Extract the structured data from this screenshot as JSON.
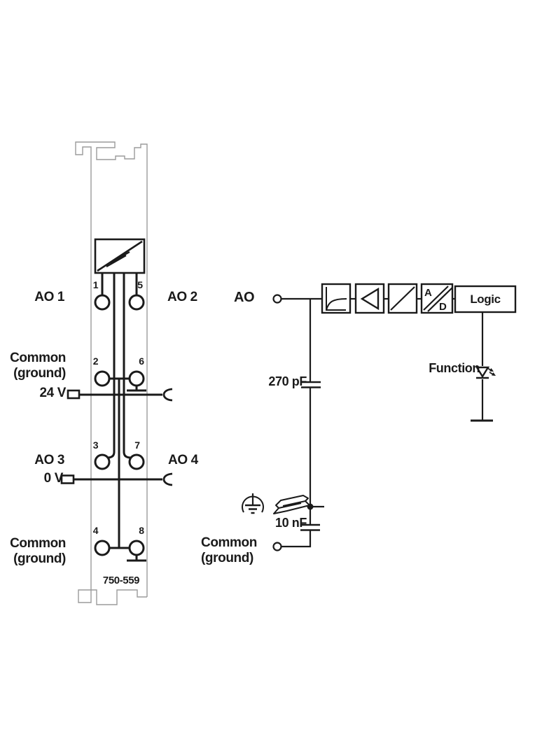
{
  "module": {
    "part_number": "750-559",
    "channel_labels": {
      "ao1": "AO 1",
      "ao2": "AO 2",
      "ao3": "AO 3",
      "ao4": "AO 4"
    },
    "common_top": {
      "line1": "Common",
      "line2": "(ground)"
    },
    "supply_24v": "24 V",
    "supply_0v": "0 V",
    "common_bottom": {
      "line1": "Common",
      "line2": "(ground)"
    },
    "terminal_rows": [
      {
        "left": "1",
        "right": "5"
      },
      {
        "left": "2",
        "right": "6"
      },
      {
        "left": "3",
        "right": "7"
      },
      {
        "left": "4",
        "right": "8"
      }
    ]
  },
  "schematic": {
    "input_label": "AO",
    "capacitor_top": "270 pF",
    "capacitor_bottom": "10 nF",
    "led_label": "Function",
    "logic_block": "Logic",
    "converter": {
      "top": "A",
      "bottom": "D"
    },
    "common": {
      "line1": "Common",
      "line2": "(ground)"
    }
  },
  "colors": {
    "line": "#1a1a1a",
    "module_outline": "#9b9b9b",
    "background": "#ffffff"
  }
}
